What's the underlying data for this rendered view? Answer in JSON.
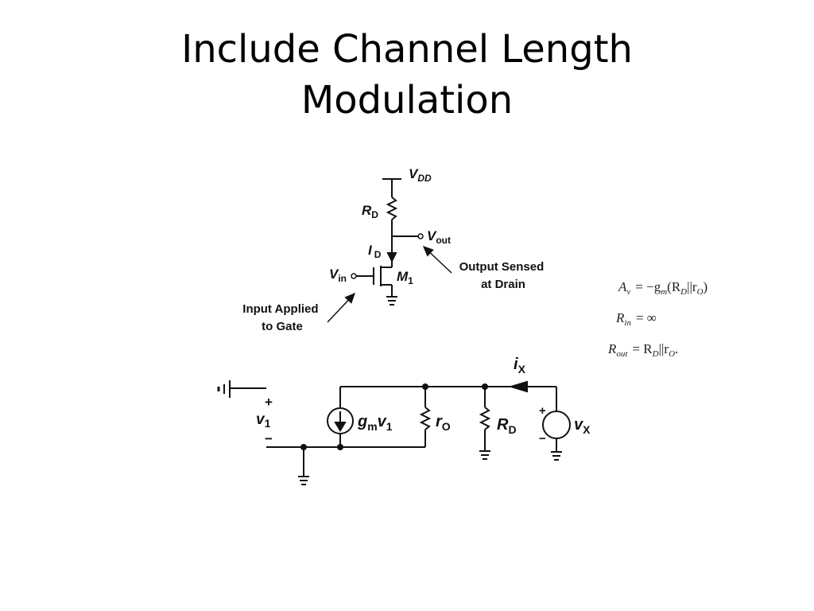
{
  "slide": {
    "title_line1": "Include Channel Length",
    "title_line2": "Modulation"
  },
  "amplifier": {
    "supply_label": "V",
    "supply_sub": "DD",
    "resistor_label": "R",
    "resistor_sub": "D",
    "current_label": "I",
    "current_sub": "D",
    "output_label": "V",
    "output_sub": "out",
    "input_label": "V",
    "input_sub": "in",
    "transistor_label": "M",
    "transistor_sub": "1",
    "annotation_output": [
      "Output Sensed",
      "at Drain"
    ],
    "annotation_input": [
      "Input Applied",
      "to Gate"
    ]
  },
  "small_signal": {
    "v1_label": "v",
    "v1_sub": "1",
    "plus": "+",
    "minus": "−",
    "gm_label": "g",
    "gm_sub": "m",
    "gm_v": "v",
    "gm_v_sub": "1",
    "ro_label": "r",
    "ro_sub": "O",
    "rd_label": "R",
    "rd_sub": "D",
    "ix_label": "i",
    "ix_sub": "X",
    "vx_label": "v",
    "vx_sub": "X"
  },
  "equations": {
    "av": {
      "lhs": "A",
      "lhs_sub": "v",
      "rhs": "= −g",
      "rhs_sub": "m",
      "rest": "(R",
      "rest_sub": "D",
      "tail": "||r",
      "tail_sub": "O",
      "end": ")"
    },
    "rin": {
      "lhs": "R",
      "lhs_sub": "in",
      "rhs": "= ∞"
    },
    "rout": {
      "lhs": "R",
      "lhs_sub": "out",
      "rhs": "= R",
      "rhs_sub": "D",
      "tail": "||r",
      "tail_sub": "O",
      "end": "."
    }
  }
}
